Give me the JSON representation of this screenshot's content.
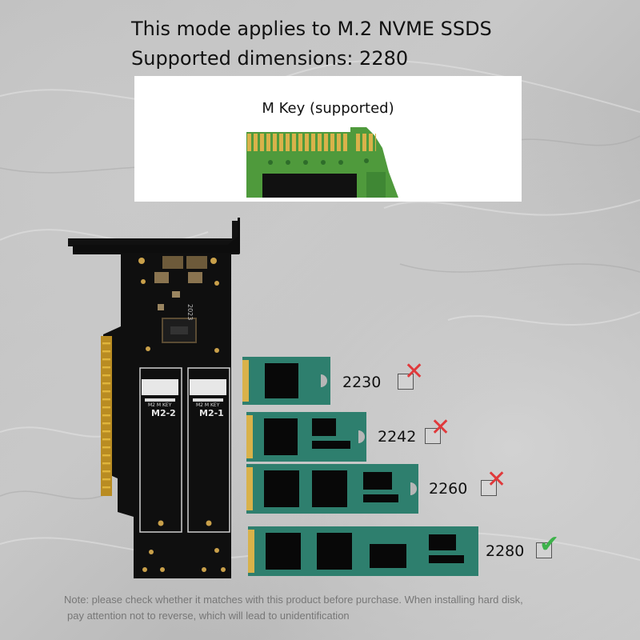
{
  "header": {
    "line1": "This mode applies to M.2 NVME SSDS",
    "line2": "Supported dimensions: 2280"
  },
  "key_panel": {
    "label": "M Key (supported)"
  },
  "card": {
    "slot_left_label": "M2-2",
    "slot_right_label": "M2-1",
    "slot_key_label": "M2 M KEY",
    "board_mark": "2023"
  },
  "ssd_sizes": [
    {
      "size": "2230",
      "supported": false,
      "icon": "red-x-icon"
    },
    {
      "size": "2242",
      "supported": false,
      "icon": "red-x-icon"
    },
    {
      "size": "2260",
      "supported": false,
      "icon": "red-x-icon"
    },
    {
      "size": "2280",
      "supported": true,
      "icon": "green-check-icon"
    }
  ],
  "status_glyphs": {
    "unsupported": "✕",
    "supported": "✔"
  },
  "colors": {
    "pcb_green": "#2e7f6e",
    "chip_black": "#080808",
    "gold": "#d9b24a",
    "cross_red": "#e0393b",
    "check_green": "#3db24a"
  },
  "note": {
    "line1": "Note: please check whether it matches with this product before purchase. When installing hard disk,",
    "line2": "pay attention not to reverse, which will lead to unidentification"
  }
}
